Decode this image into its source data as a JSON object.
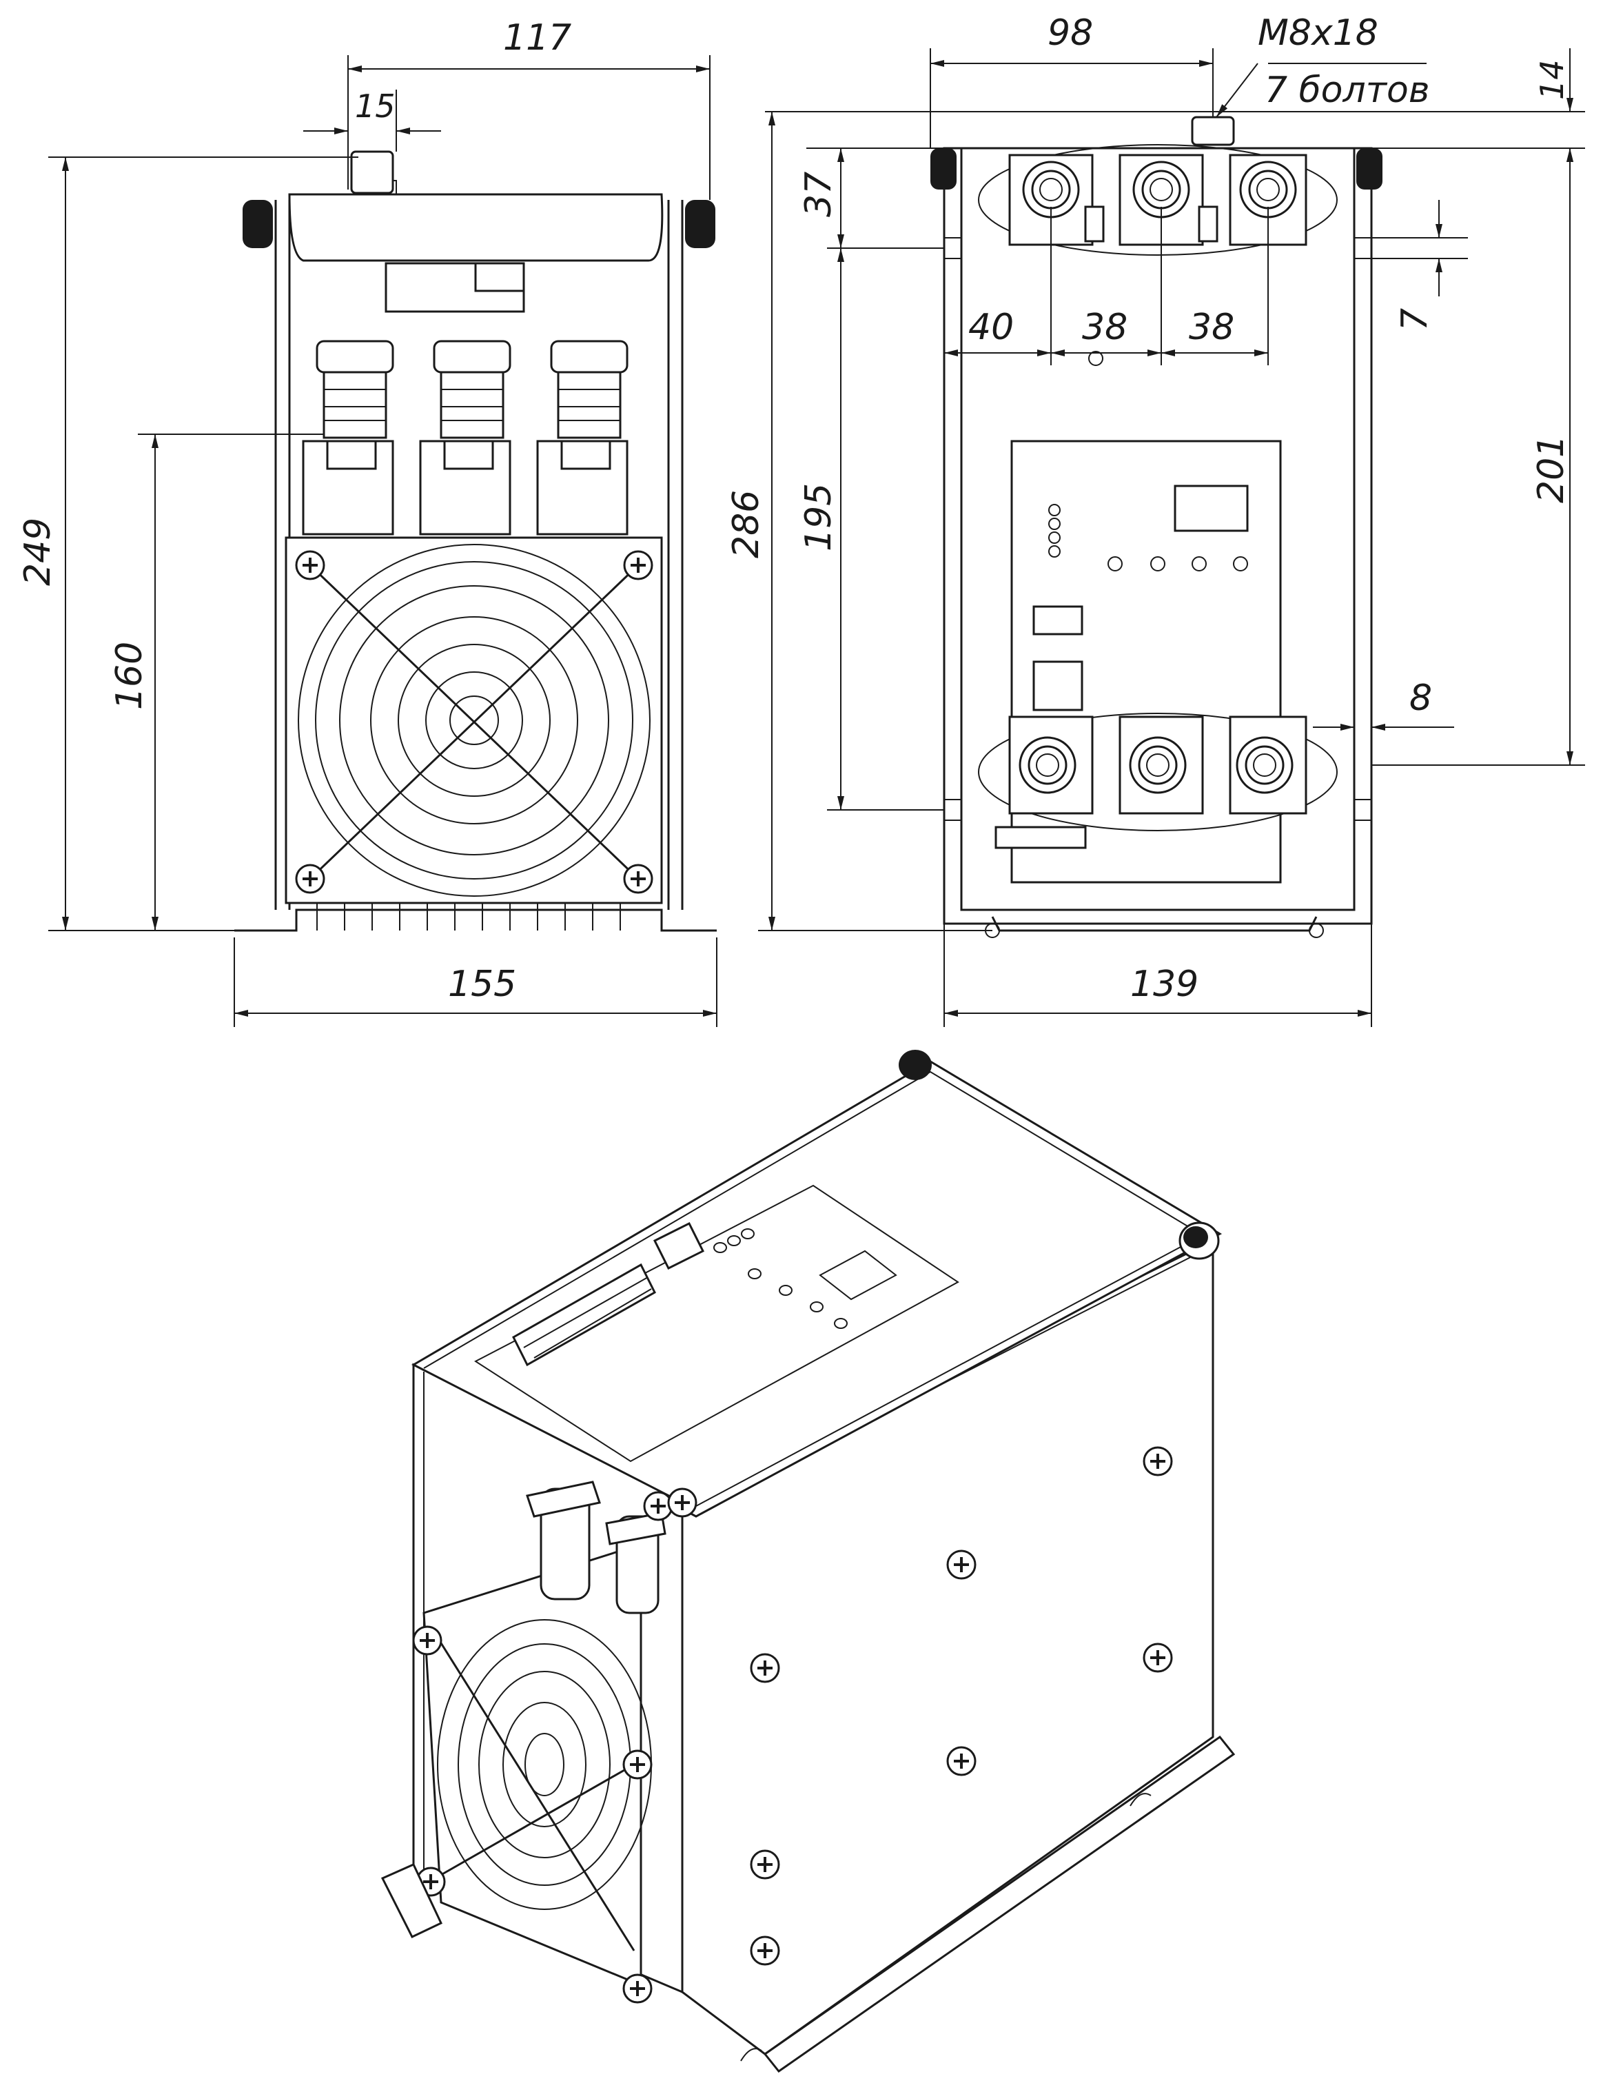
{
  "front_view": {
    "dim_total_width": "117",
    "dim_top_offset": "15",
    "dim_base_width": "155",
    "dim_height": "249",
    "dim_fan_height": "160"
  },
  "side_view": {
    "dim_terminal_span": "98",
    "bolt_spec": "M8x18",
    "bolt_count": "7 болтов",
    "dim_top_gap": "14",
    "dim_terminal_row": "37",
    "dim_slot": "7",
    "dim_first_terminal": "40",
    "dim_pitch_1": "38",
    "dim_pitch_2": "38",
    "dim_total_height": "286",
    "dim_mount_span": "195",
    "dim_slot_span": "201",
    "dim_edge_offset": "8",
    "dim_base_width": "139"
  }
}
